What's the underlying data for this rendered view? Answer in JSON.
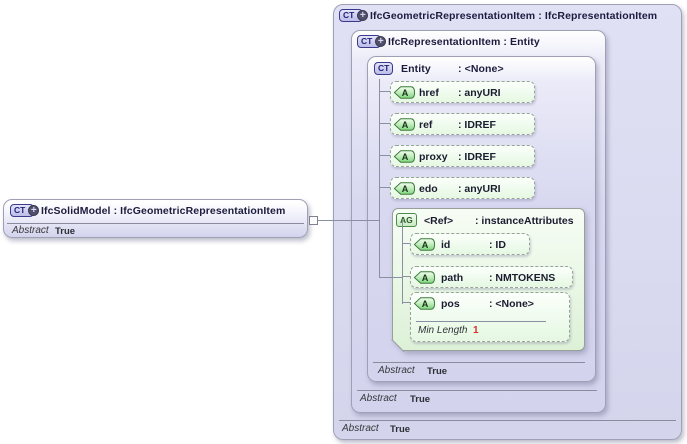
{
  "icons": {
    "ct": "CT",
    "plus": "+",
    "attribute": "A",
    "attribute_group": "AG"
  },
  "left_box": {
    "title": "IfcSolidModel : IfcGeometricRepresentationItem",
    "abstract_label": "Abstract",
    "abstract_value": "True"
  },
  "outer_box": {
    "title": "IfcGeometricRepresentationItem : IfcRepresentationItem",
    "abstract_label": "Abstract",
    "abstract_value": "True"
  },
  "middle_box": {
    "title": "IfcRepresentationItem : Entity",
    "abstract_label": "Abstract",
    "abstract_value": "True"
  },
  "entity_box": {
    "name": "Entity",
    "type": ": <None>",
    "abstract_label": "Abstract",
    "abstract_value": "True",
    "attributes": [
      {
        "name": "href",
        "type": ": anyURI"
      },
      {
        "name": "ref",
        "type": ": IDREF"
      },
      {
        "name": "proxy",
        "type": ": IDREF"
      },
      {
        "name": "edo",
        "type": ": anyURI"
      }
    ],
    "attribute_group": {
      "name": "<Ref>",
      "type": ": instanceAttributes",
      "attributes": [
        {
          "name": "id",
          "type": ": ID"
        },
        {
          "name": "path",
          "type": ": NMTOKENS"
        },
        {
          "name": "pos",
          "type": ": <None>",
          "facet_label": "Min Length",
          "facet_value": "1"
        }
      ]
    }
  },
  "colors": {
    "lavender_fill": "#d6d6ef",
    "green_fill": "#e4f7e1",
    "facet_value_red": "#d93025"
  }
}
